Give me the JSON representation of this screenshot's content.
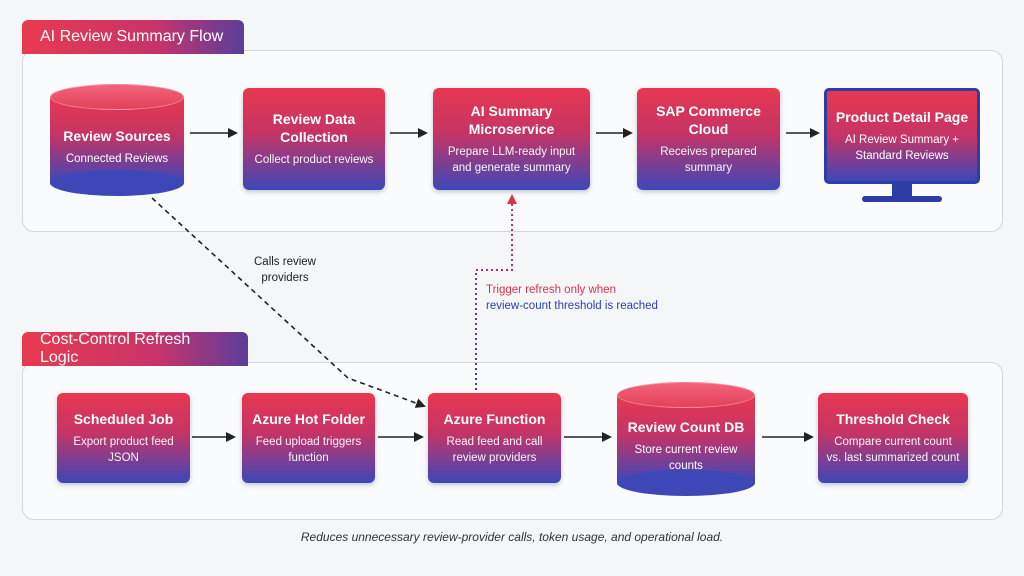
{
  "sections": {
    "top_title": "AI Review Summary Flow",
    "bottom_title": "Cost-Control Refresh Logic"
  },
  "top_flow": {
    "review_sources": {
      "title": "Review Sources",
      "subtitle": "Connected Reviews"
    },
    "review_data_collection": {
      "title": "Review Data Collection",
      "subtitle": "Collect product reviews"
    },
    "ai_summary_microservice": {
      "title": "AI Summary Microservice",
      "subtitle": "Prepare LLM-ready input and generate summary"
    },
    "sap_commerce_cloud": {
      "title": "SAP Commerce Cloud",
      "subtitle": "Receives prepared summary"
    },
    "product_detail_page": {
      "title": "Product Detail Page",
      "subtitle": "AI Review Summary + Standard Reviews"
    }
  },
  "bottom_flow": {
    "scheduled_job": {
      "title": "Scheduled Job",
      "subtitle": "Export product feed JSON"
    },
    "azure_hot_folder": {
      "title": "Azure Hot Folder",
      "subtitle": "Feed upload triggers function"
    },
    "azure_function": {
      "title": "Azure Function",
      "subtitle": "Read feed and call review providers"
    },
    "review_count_db": {
      "title": "Review Count DB",
      "subtitle": "Store current review counts"
    },
    "threshold_check": {
      "title": "Threshold Check",
      "subtitle": "Compare current count vs. last summarized count"
    }
  },
  "connectors": {
    "calls_review_providers": "Calls review providers",
    "trigger_refresh_line1": "Trigger refresh only when",
    "trigger_refresh_line2": "review-count threshold is reached"
  },
  "footnote": "Reduces unnecessary review-provider calls, token usage, and operational load.",
  "colors": {
    "gradient_top": "#e8384f",
    "gradient_mid": "#c43466",
    "gradient_bottom": "#3d47b8",
    "panel_border": "#d3d6dc",
    "trigger_red": "#d9334d",
    "trigger_blue": "#2f3fb0"
  }
}
